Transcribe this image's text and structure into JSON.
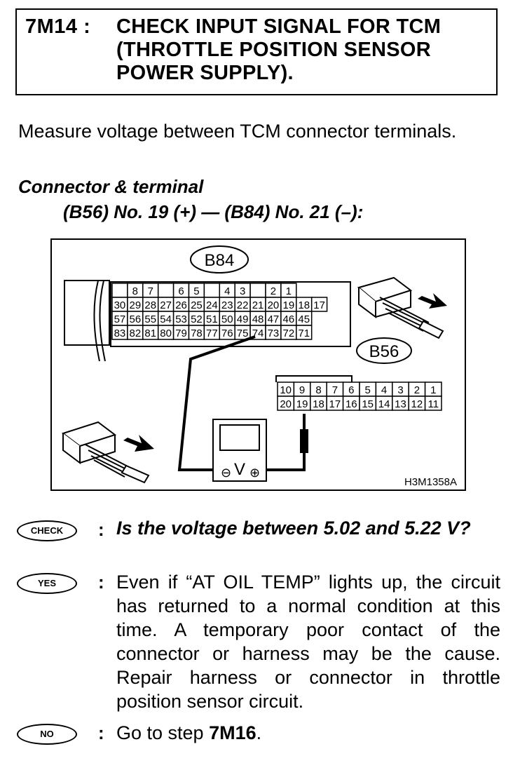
{
  "header": {
    "step_code": "7M14 :",
    "title": "CHECK INPUT SIGNAL FOR TCM (THROTTLE POSITION SENSOR POWER SUPPLY)."
  },
  "intro_text": "Measure voltage between TCM connector terminals.",
  "connector": {
    "heading": "Connector & terminal",
    "terminals": "(B56) No. 19 (+) — (B84) No. 21 (–):"
  },
  "figure": {
    "b84_label": "B84",
    "b56_label": "B56",
    "figure_id": "H3M1358A",
    "b84_rows": [
      [
        "",
        "8",
        "7",
        "",
        "6",
        "5",
        "",
        "4",
        "3",
        "",
        "2",
        "1"
      ],
      [
        "30",
        "29",
        "28",
        "27",
        "26",
        "25",
        "24",
        "23",
        "22",
        "21",
        "20",
        "19",
        "18",
        "17"
      ],
      [
        "57",
        "56",
        "55",
        "54",
        "53",
        "52",
        "51",
        "50",
        "49",
        "48",
        "47",
        "46",
        "45"
      ],
      [
        "83",
        "82",
        "81",
        "80",
        "79",
        "78",
        "77",
        "76",
        "75",
        "74",
        "73",
        "72",
        "71"
      ]
    ],
    "b56_rows": [
      [
        "10",
        "9",
        "8",
        "7",
        "6",
        "5",
        "4",
        "3",
        "2",
        "1"
      ],
      [
        "20",
        "19",
        "18",
        "17",
        "16",
        "15",
        "14",
        "13",
        "12",
        "11"
      ]
    ],
    "meter": {
      "minus": "⊖",
      "symbol": "V",
      "plus": "⊕"
    }
  },
  "check": {
    "badge": "CHECK",
    "text": "Is the voltage between 5.02 and 5.22 V?"
  },
  "yes": {
    "badge": "YES",
    "text": "Even if “AT OIL TEMP” lights up, the circuit has returned to a normal condition at this time. A temporary poor contact of the connector or harness may be the cause. Repair harness or connector in throttle position sensor circuit."
  },
  "no": {
    "badge": "NO",
    "text_prefix": "Go to step ",
    "step": "7M16",
    "text_suffix": "."
  }
}
